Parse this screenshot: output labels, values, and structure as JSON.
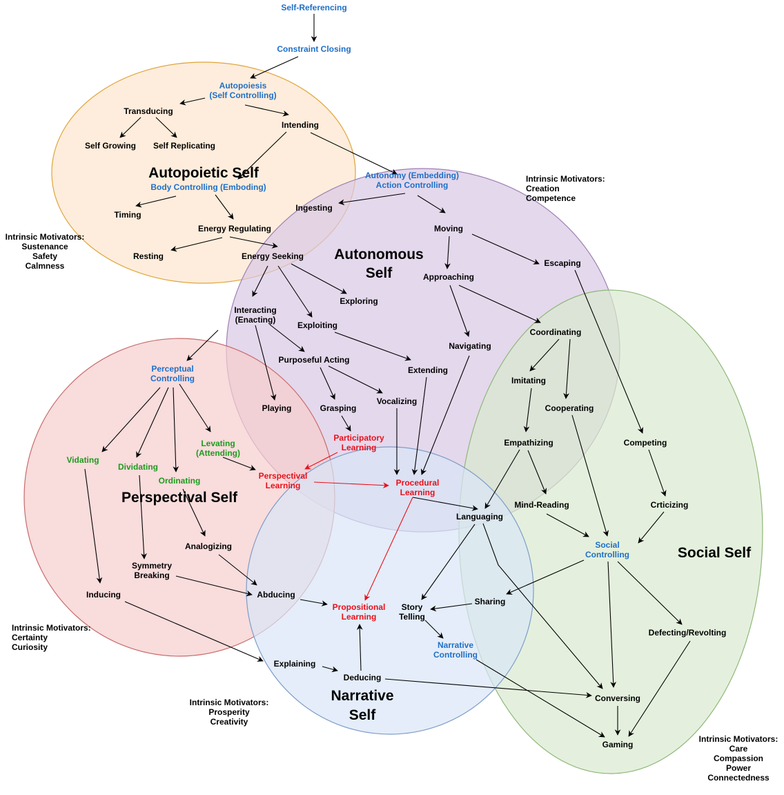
{
  "colors": {
    "black": "#000000",
    "blue": "#1f6fc6",
    "green": "#1f9a1f",
    "red": "#e8101a",
    "autopoietic_fill": "#fde6cd",
    "autopoietic_stroke": "#e0a43a",
    "autonomous_fill": "#d9c8e4",
    "autonomous_stroke": "#9d7fb3",
    "perspectival_fill": "#f6cdcd",
    "perspectival_stroke": "#c76a6a",
    "narrative_fill": "#d8e6f7",
    "narrative_stroke": "#7d9cc7",
    "social_fill": "#d9eacf",
    "social_stroke": "#8fb779"
  },
  "regions": [
    {
      "id": "autopoietic",
      "title": [
        "Autopoietic Self"
      ],
      "fill": "autopoietic_fill",
      "stroke": "autopoietic_stroke"
    },
    {
      "id": "autonomous",
      "title": [
        "Autonomous",
        "Self"
      ],
      "fill": "autonomous_fill",
      "stroke": "autonomous_stroke"
    },
    {
      "id": "perspectival",
      "title": [
        "Perspectival Self"
      ],
      "fill": "perspectival_fill",
      "stroke": "perspectival_stroke"
    },
    {
      "id": "narrative",
      "title": [
        "Narrative",
        "Self"
      ],
      "fill": "narrative_fill",
      "stroke": "narrative_stroke"
    },
    {
      "id": "social",
      "title": [
        "Social Self"
      ],
      "fill": "social_fill",
      "stroke": "social_stroke"
    }
  ],
  "motivators": [
    {
      "id": "autopoietic",
      "heading": "Intrinsic Motivators:",
      "items": [
        "Sustenance",
        "Safety",
        "Calmness"
      ]
    },
    {
      "id": "autonomous",
      "heading": "Intrinsic Motivators:",
      "items": [
        "Creation",
        "Competence"
      ]
    },
    {
      "id": "perspectival",
      "heading": "Intrinsic Motivators:",
      "items": [
        "Certainty",
        "Curiosity"
      ]
    },
    {
      "id": "narrative",
      "heading": "Intrinsic Motivators:",
      "items": [
        "Prosperity",
        "Creativity"
      ]
    },
    {
      "id": "social",
      "heading": "Intrinsic Motivators:",
      "items": [
        "Care",
        "Compassion",
        "Power",
        "Connectedness"
      ]
    }
  ],
  "nodes": [
    {
      "id": "self_referencing",
      "lines": [
        "Self-Referencing"
      ],
      "color": "blue"
    },
    {
      "id": "constraint_closing",
      "lines": [
        "Constraint Closing"
      ],
      "color": "blue"
    },
    {
      "id": "autopoiesis",
      "lines": [
        "Autopoiesis",
        "(Self Controlling)"
      ],
      "color": "blue"
    },
    {
      "id": "transducing",
      "lines": [
        "Transducing"
      ],
      "color": "black"
    },
    {
      "id": "intending",
      "lines": [
        "Intending"
      ],
      "color": "black"
    },
    {
      "id": "self_growing",
      "lines": [
        "Self Growing"
      ],
      "color": "black"
    },
    {
      "id": "self_replicating",
      "lines": [
        "Self Replicating"
      ],
      "color": "black"
    },
    {
      "id": "body_controlling",
      "lines": [
        "Body Controlling (Emboding)"
      ],
      "color": "blue"
    },
    {
      "id": "timing",
      "lines": [
        "Timing"
      ],
      "color": "black"
    },
    {
      "id": "energy_regulating",
      "lines": [
        "Energy Regulating"
      ],
      "color": "black"
    },
    {
      "id": "resting",
      "lines": [
        "Resting"
      ],
      "color": "black"
    },
    {
      "id": "energy_seeking",
      "lines": [
        "Energy Seeking"
      ],
      "color": "black"
    },
    {
      "id": "autonomy",
      "lines": [
        "Autonomy (Embedding)",
        "Action Controlling"
      ],
      "color": "blue"
    },
    {
      "id": "ingesting",
      "lines": [
        "Ingesting"
      ],
      "color": "black"
    },
    {
      "id": "moving",
      "lines": [
        "Moving"
      ],
      "color": "black"
    },
    {
      "id": "escaping",
      "lines": [
        "Escaping"
      ],
      "color": "black"
    },
    {
      "id": "approaching",
      "lines": [
        "Approaching"
      ],
      "color": "black"
    },
    {
      "id": "exploring",
      "lines": [
        "Exploring"
      ],
      "color": "black"
    },
    {
      "id": "interacting",
      "lines": [
        "Interacting",
        "(Enacting)"
      ],
      "color": "black"
    },
    {
      "id": "exploiting",
      "lines": [
        "Exploiting"
      ],
      "color": "black"
    },
    {
      "id": "navigating",
      "lines": [
        "Navigating"
      ],
      "color": "black"
    },
    {
      "id": "coordinating",
      "lines": [
        "Coordinating"
      ],
      "color": "black"
    },
    {
      "id": "purposeful_acting",
      "lines": [
        "Purposeful Acting"
      ],
      "color": "black"
    },
    {
      "id": "extending",
      "lines": [
        "Extending"
      ],
      "color": "black"
    },
    {
      "id": "perceptual_controlling",
      "lines": [
        "Perceptual",
        "Controlling"
      ],
      "color": "blue"
    },
    {
      "id": "imitating",
      "lines": [
        "Imitating"
      ],
      "color": "black"
    },
    {
      "id": "playing",
      "lines": [
        "Playing"
      ],
      "color": "black"
    },
    {
      "id": "grasping",
      "lines": [
        "Grasping"
      ],
      "color": "black"
    },
    {
      "id": "vocalizing",
      "lines": [
        "Vocalizing"
      ],
      "color": "black"
    },
    {
      "id": "cooperating",
      "lines": [
        "Cooperating"
      ],
      "color": "black"
    },
    {
      "id": "participatory_learning",
      "lines": [
        "Participatory",
        "Learning"
      ],
      "color": "red"
    },
    {
      "id": "levating",
      "lines": [
        "Levating",
        "(Attending)"
      ],
      "color": "green"
    },
    {
      "id": "vidating",
      "lines": [
        "Vidating"
      ],
      "color": "green"
    },
    {
      "id": "dividating",
      "lines": [
        "Dividating"
      ],
      "color": "green"
    },
    {
      "id": "ordinating",
      "lines": [
        "Ordinating"
      ],
      "color": "green"
    },
    {
      "id": "perspectival_learning",
      "lines": [
        "Perspectival",
        "Learning"
      ],
      "color": "red"
    },
    {
      "id": "procedural_learning",
      "lines": [
        "Procedural",
        "Learning"
      ],
      "color": "red"
    },
    {
      "id": "empathizing",
      "lines": [
        "Empathizing"
      ],
      "color": "black"
    },
    {
      "id": "competing",
      "lines": [
        "Competing"
      ],
      "color": "black"
    },
    {
      "id": "languaging",
      "lines": [
        "Languaging"
      ],
      "color": "black"
    },
    {
      "id": "mind_reading",
      "lines": [
        "Mind-Reading"
      ],
      "color": "black"
    },
    {
      "id": "criticizing",
      "lines": [
        "Crticizing"
      ],
      "color": "black"
    },
    {
      "id": "analogizing",
      "lines": [
        "Analogizing"
      ],
      "color": "black"
    },
    {
      "id": "social_controlling",
      "lines": [
        "Social",
        "Controlling"
      ],
      "color": "blue"
    },
    {
      "id": "symmetry_breaking",
      "lines": [
        "Symmetry",
        "Breaking"
      ],
      "color": "black"
    },
    {
      "id": "inducing",
      "lines": [
        "Inducing"
      ],
      "color": "black"
    },
    {
      "id": "abducing",
      "lines": [
        "Abducing"
      ],
      "color": "black"
    },
    {
      "id": "sharing",
      "lines": [
        "Sharing"
      ],
      "color": "black"
    },
    {
      "id": "propositional_learning",
      "lines": [
        "Propositional",
        "Learning"
      ],
      "color": "red"
    },
    {
      "id": "story_telling",
      "lines": [
        "Story",
        "Telling"
      ],
      "color": "black"
    },
    {
      "id": "defecting",
      "lines": [
        "Defecting/Revolting"
      ],
      "color": "black"
    },
    {
      "id": "narrative_controlling",
      "lines": [
        "Narrative",
        "Controlling"
      ],
      "color": "blue"
    },
    {
      "id": "explaining",
      "lines": [
        "Explaining"
      ],
      "color": "black"
    },
    {
      "id": "deducing",
      "lines": [
        "Deducing"
      ],
      "color": "black"
    },
    {
      "id": "conversing",
      "lines": [
        "Conversing"
      ],
      "color": "black"
    },
    {
      "id": "gaming",
      "lines": [
        "Gaming"
      ],
      "color": "black"
    }
  ],
  "edges": [
    {
      "from": "self_referencing",
      "to": "constraint_closing"
    },
    {
      "from": "constraint_closing",
      "to": "autopoiesis"
    },
    {
      "from": "autopoiesis",
      "to": "transducing"
    },
    {
      "from": "autopoiesis",
      "to": "intending"
    },
    {
      "from": "transducing",
      "to": "self_growing"
    },
    {
      "from": "transducing",
      "to": "self_replicating"
    },
    {
      "from": "intending",
      "to": "body_controlling"
    },
    {
      "from": "intending",
      "to": "autonomy"
    },
    {
      "from": "body_controlling",
      "to": "timing"
    },
    {
      "from": "body_controlling",
      "to": "energy_regulating"
    },
    {
      "from": "energy_regulating",
      "to": "resting"
    },
    {
      "from": "energy_regulating",
      "to": "energy_seeking"
    },
    {
      "from": "autonomy",
      "to": "ingesting"
    },
    {
      "from": "autonomy",
      "to": "moving"
    },
    {
      "from": "moving",
      "to": "approaching"
    },
    {
      "from": "moving",
      "to": "escaping"
    },
    {
      "from": "energy_seeking",
      "to": "interacting"
    },
    {
      "from": "energy_seeking",
      "to": "exploiting"
    },
    {
      "from": "energy_seeking",
      "to": "exploring"
    },
    {
      "from": "approaching",
      "to": "navigating"
    },
    {
      "from": "approaching",
      "to": "coordinating"
    },
    {
      "from": "escaping",
      "to": "competing"
    },
    {
      "from": "interacting",
      "to": "perceptual_controlling"
    },
    {
      "from": "interacting",
      "to": "playing"
    },
    {
      "from": "interacting",
      "to": "purposeful_acting"
    },
    {
      "from": "exploiting",
      "to": "extending"
    },
    {
      "from": "purposeful_acting",
      "to": "grasping"
    },
    {
      "from": "purposeful_acting",
      "to": "vocalizing"
    },
    {
      "from": "grasping",
      "to": "participatory_learning"
    },
    {
      "from": "participatory_learning",
      "to": "perspectival_learning",
      "type": "red"
    },
    {
      "from": "perspectival_learning",
      "to": "procedural_learning",
      "type": "red"
    },
    {
      "from": "vocalizing",
      "to": "procedural_learning"
    },
    {
      "from": "extending",
      "to": "procedural_learning"
    },
    {
      "from": "navigating",
      "to": "procedural_learning"
    },
    {
      "from": "procedural_learning",
      "to": "languaging"
    },
    {
      "from": "procedural_learning",
      "to": "propositional_learning",
      "type": "red"
    },
    {
      "from": "coordinating",
      "to": "imitating"
    },
    {
      "from": "coordinating",
      "to": "cooperating"
    },
    {
      "from": "imitating",
      "to": "empathizing"
    },
    {
      "from": "empathizing",
      "to": "languaging"
    },
    {
      "from": "empathizing",
      "to": "mind_reading"
    },
    {
      "from": "cooperating",
      "to": "social_controlling"
    },
    {
      "from": "competing",
      "to": "criticizing"
    },
    {
      "from": "criticizing",
      "to": "social_controlling"
    },
    {
      "from": "mind_reading",
      "to": "social_controlling"
    },
    {
      "from": "perceptual_controlling",
      "to": "vidating"
    },
    {
      "from": "perceptual_controlling",
      "to": "dividating"
    },
    {
      "from": "perceptual_controlling",
      "to": "ordinating"
    },
    {
      "from": "perceptual_controlling",
      "to": "levating"
    },
    {
      "from": "levating",
      "to": "perspectival_learning"
    },
    {
      "from": "vidating",
      "to": "inducing"
    },
    {
      "from": "dividating",
      "to": "symmetry_breaking"
    },
    {
      "from": "ordinating",
      "to": "analogizing"
    },
    {
      "from": "analogizing",
      "to": "abducing"
    },
    {
      "from": "symmetry_breaking",
      "to": "abducing"
    },
    {
      "from": "inducing",
      "to": "explaining"
    },
    {
      "from": "abducing",
      "to": "propositional_learning"
    },
    {
      "from": "explaining",
      "to": "deducing"
    },
    {
      "from": "deducing",
      "to": "propositional_learning"
    },
    {
      "from": "deducing",
      "to": "conversing"
    },
    {
      "from": "languaging",
      "to": "story_telling"
    },
    {
      "from": "languaging",
      "to": "conversing"
    },
    {
      "from": "social_controlling",
      "to": "sharing"
    },
    {
      "from": "social_controlling",
      "to": "conversing"
    },
    {
      "from": "social_controlling",
      "to": "defecting"
    },
    {
      "from": "sharing",
      "to": "story_telling"
    },
    {
      "from": "story_telling",
      "to": "narrative_controlling"
    },
    {
      "from": "narrative_controlling",
      "to": "gaming"
    },
    {
      "from": "conversing",
      "to": "gaming"
    },
    {
      "from": "defecting",
      "to": "gaming"
    }
  ]
}
